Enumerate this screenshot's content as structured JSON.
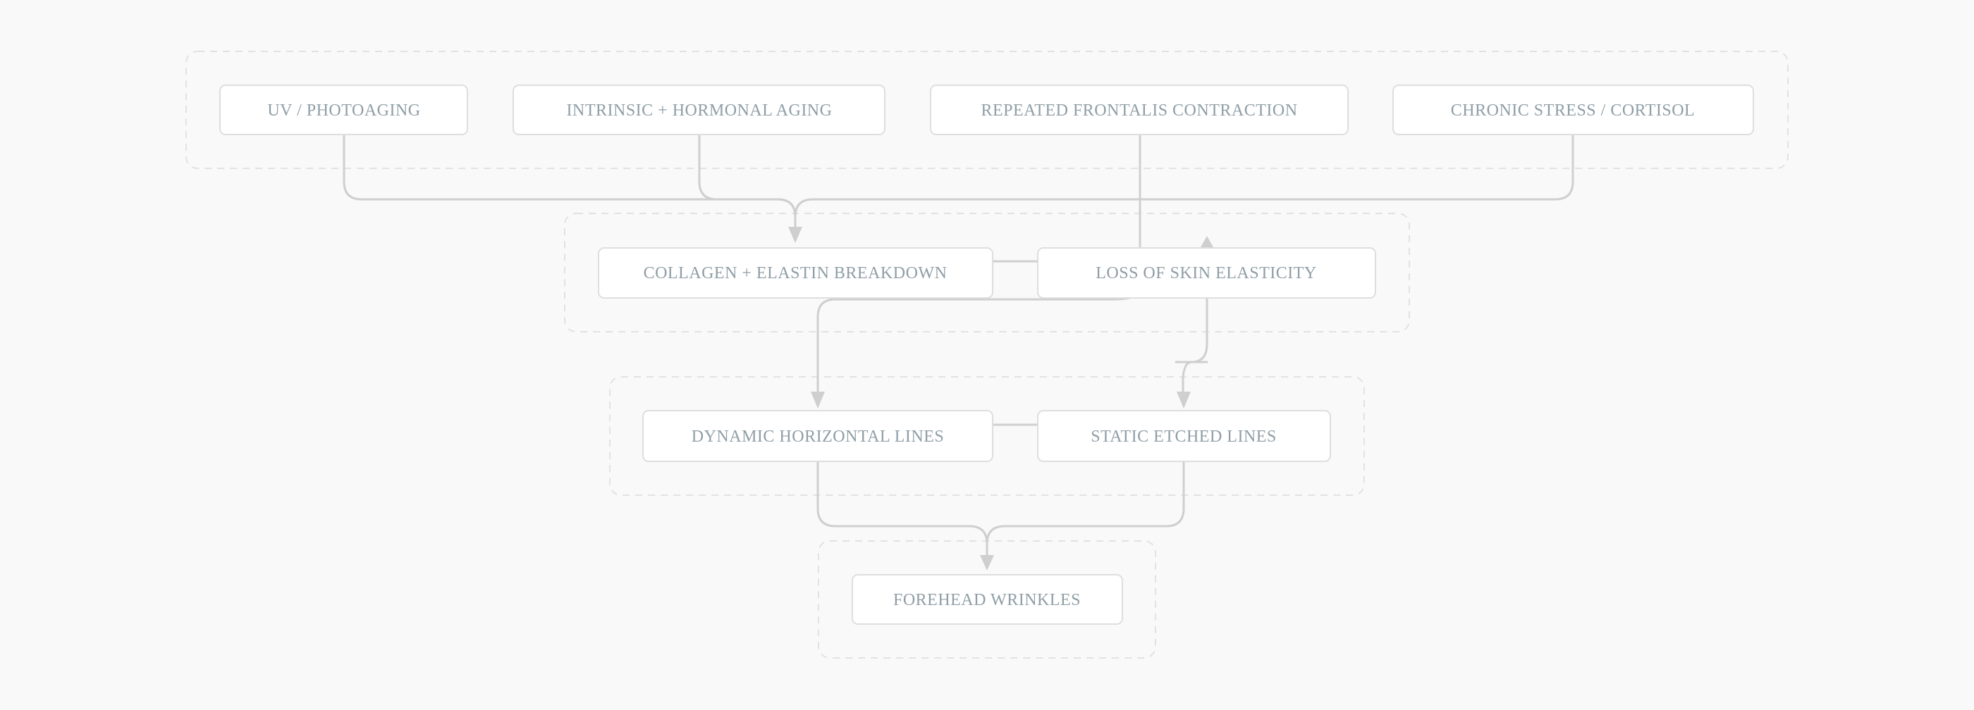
{
  "diagram": {
    "type": "flowchart",
    "colors": {
      "background": "#f9f9f9",
      "node_fill": "#ffffff",
      "node_border": "#dedede",
      "node_text": "#8f9ea6",
      "edge": "#cfcfcf",
      "group_border": "#e2e2e2"
    },
    "nodes": {
      "uv": "UV / PHOTOAGING",
      "intrinsic": "INTRINSIC + HORMONAL AGING",
      "frontalis": "REPEATED FRONTALIS CONTRACTION",
      "stress": "CHRONIC STRESS / CORTISOL",
      "collagen": "COLLAGEN + ELASTIN BREAKDOWN",
      "elasticity": "LOSS OF SKIN ELASTICITY",
      "dynamic": "DYNAMIC HORIZONTAL LINES",
      "static": "STATIC ETCHED LINES",
      "wrinkles": "FOREHEAD WRINKLES"
    },
    "edges": [
      {
        "from": "uv",
        "to": "collagen"
      },
      {
        "from": "intrinsic",
        "to": "collagen"
      },
      {
        "from": "stress",
        "to": "collagen"
      },
      {
        "from": "frontalis",
        "to": "dynamic"
      },
      {
        "from": "collagen",
        "to": "elasticity"
      },
      {
        "from": "elasticity",
        "to": "static"
      },
      {
        "from": "dynamic",
        "to": "static"
      },
      {
        "from": "dynamic",
        "to": "wrinkles"
      },
      {
        "from": "static",
        "to": "wrinkles"
      }
    ]
  }
}
